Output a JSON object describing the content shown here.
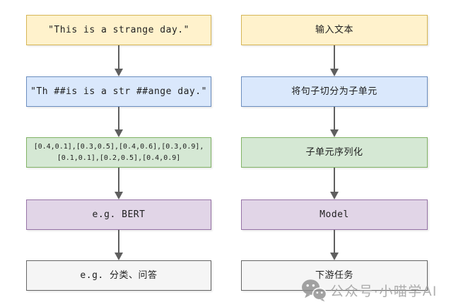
{
  "palette": {
    "yellow-fill": "#fff2cc",
    "yellow-border": "#d6b656",
    "blue-fill": "#dae8fc",
    "blue-border": "#6c8ebf",
    "green-fill": "#d5e8d4",
    "green-border": "#82b366",
    "purple-fill": "#e1d5e7",
    "purple-border": "#9673a6",
    "gray-fill": "#f5f5f5",
    "gray-border": "#666666",
    "arrow": "#5f5f5f",
    "text": "#1f1f1f",
    "watermark": "#9c9c9c"
  },
  "columns": [
    {
      "id": "example-pipeline",
      "boxes": [
        {
          "label": "\"This is a strange day.\"",
          "style": "yellow"
        },
        {
          "label": "\"Th ##is is a str ##ange day.\"",
          "style": "blue"
        },
        {
          "label": "[0.4,0.1],[0.3,0.5],[0.4,0.6],[0.3,0.9],\n[0.1,0.1],[0.2,0.5],[0.4,0.9]",
          "style": "green"
        },
        {
          "label": "e.g. BERT",
          "style": "purple"
        },
        {
          "label": "e.g. 分类、问答",
          "style": "gray"
        }
      ]
    },
    {
      "id": "generic-pipeline",
      "boxes": [
        {
          "label": "输入文本",
          "style": "yellow"
        },
        {
          "label": "将句子切分为子单元",
          "style": "blue"
        },
        {
          "label": "子单元序列化",
          "style": "green"
        },
        {
          "label": "Model",
          "style": "purple"
        },
        {
          "label": "下游任务",
          "style": "gray"
        }
      ]
    }
  ],
  "watermark": {
    "icon": "wechat-icon",
    "text": "公众号·小喵学AI"
  }
}
